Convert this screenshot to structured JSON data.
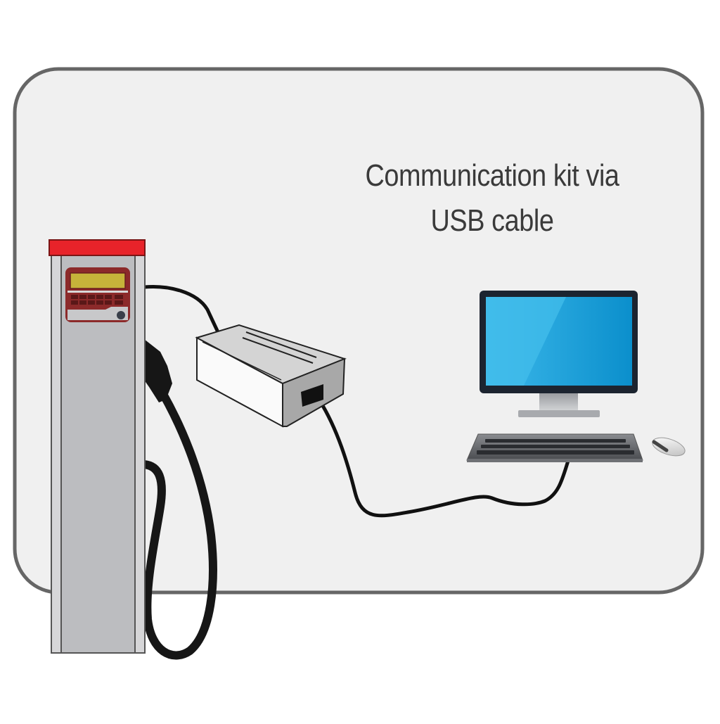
{
  "diagram": {
    "caption_line1": "Communication kit via",
    "caption_line2": "USB cable",
    "panel": {
      "fill": "#f0f0f0",
      "stroke": "#666666"
    },
    "components": [
      {
        "id": "fuel-dispenser",
        "label": "Fuel dispenser",
        "top_color": "#e02020",
        "body_color": "#bcbdc0",
        "display_color": "#c9b53a"
      },
      {
        "id": "communication-kit",
        "label": "Communication kit"
      },
      {
        "id": "computer",
        "label": "Desktop computer",
        "screen_color": "#0a8fcc"
      },
      {
        "id": "usb-cable",
        "label": "USB cable"
      }
    ]
  }
}
